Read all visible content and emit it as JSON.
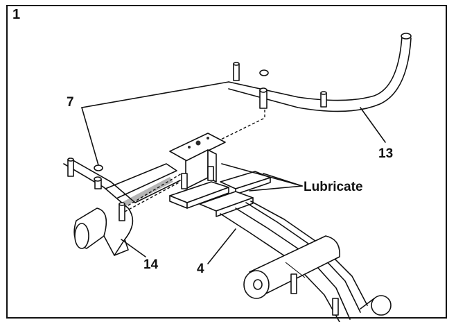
{
  "figure": {
    "step_number": "1",
    "callouts": {
      "part_7": "7",
      "part_13": "13",
      "lubricate": "Lubricate",
      "part_14": "14",
      "part_4": "4"
    }
  }
}
